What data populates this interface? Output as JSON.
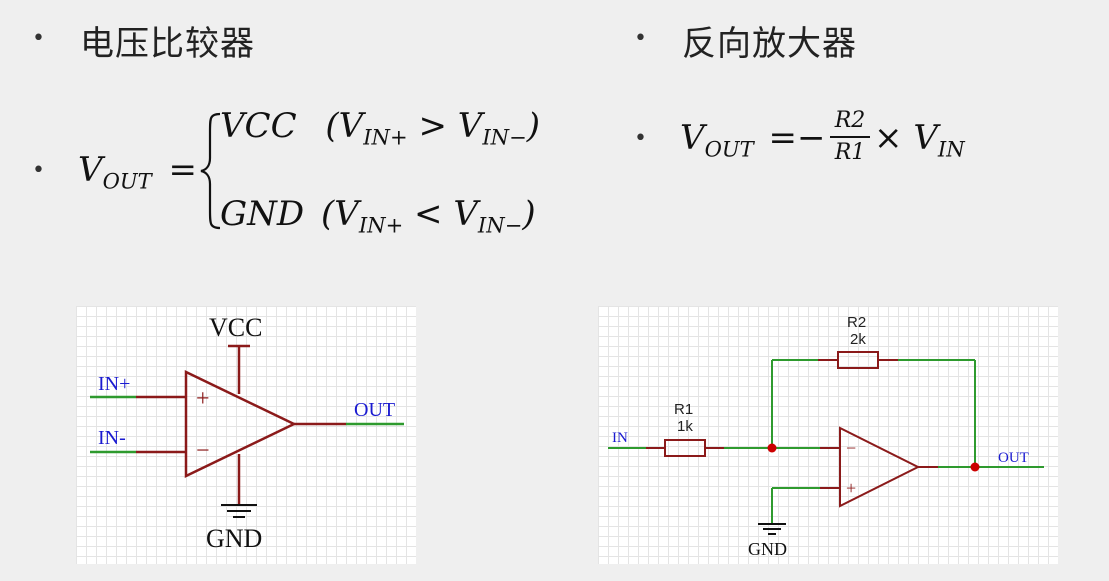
{
  "left_section": {
    "bullet": "•",
    "title": "电压比较器",
    "formula": {
      "lhs_var": "V",
      "lhs_sub": "OUT",
      "equals": "=",
      "case1_value": "VCC",
      "case1_cond_open": "(V",
      "case1_sub1": "IN+",
      "case1_op": " > V",
      "case1_sub2": "IN−",
      "case1_close": ")",
      "case2_value": "GND",
      "case2_cond_open": "(V",
      "case2_sub1": "IN+",
      "case2_op": " < V",
      "case2_sub2": "IN−",
      "case2_close": ")"
    }
  },
  "right_section": {
    "bullet": "•",
    "title": "反向放大器",
    "formula": {
      "lhs_var": "V",
      "lhs_sub": "OUT",
      "equals": "=−",
      "numerator": "R2",
      "denominator": "R1",
      "times": "×",
      "rhs_var": "V",
      "rhs_sub": "IN"
    }
  },
  "comparator_diagram": {
    "vcc_label": "VCC",
    "gnd_label": "GND",
    "in_plus_label": "IN+",
    "in_minus_label": "IN-",
    "out_label": "OUT",
    "plus_sign": "+",
    "minus_sign": "−"
  },
  "inverting_diagram": {
    "r1_name": "R1",
    "r1_value": "1k",
    "r2_name": "R2",
    "r2_value": "2k",
    "in_label": "IN",
    "out_label": "OUT",
    "gnd_label": "GND",
    "plus_sign": "+",
    "minus_sign": "−"
  },
  "colors": {
    "wire": "#2e9a2e",
    "component": "#8b1a1a",
    "label_blue": "#1a1ad0",
    "junction": "#cc0000"
  }
}
